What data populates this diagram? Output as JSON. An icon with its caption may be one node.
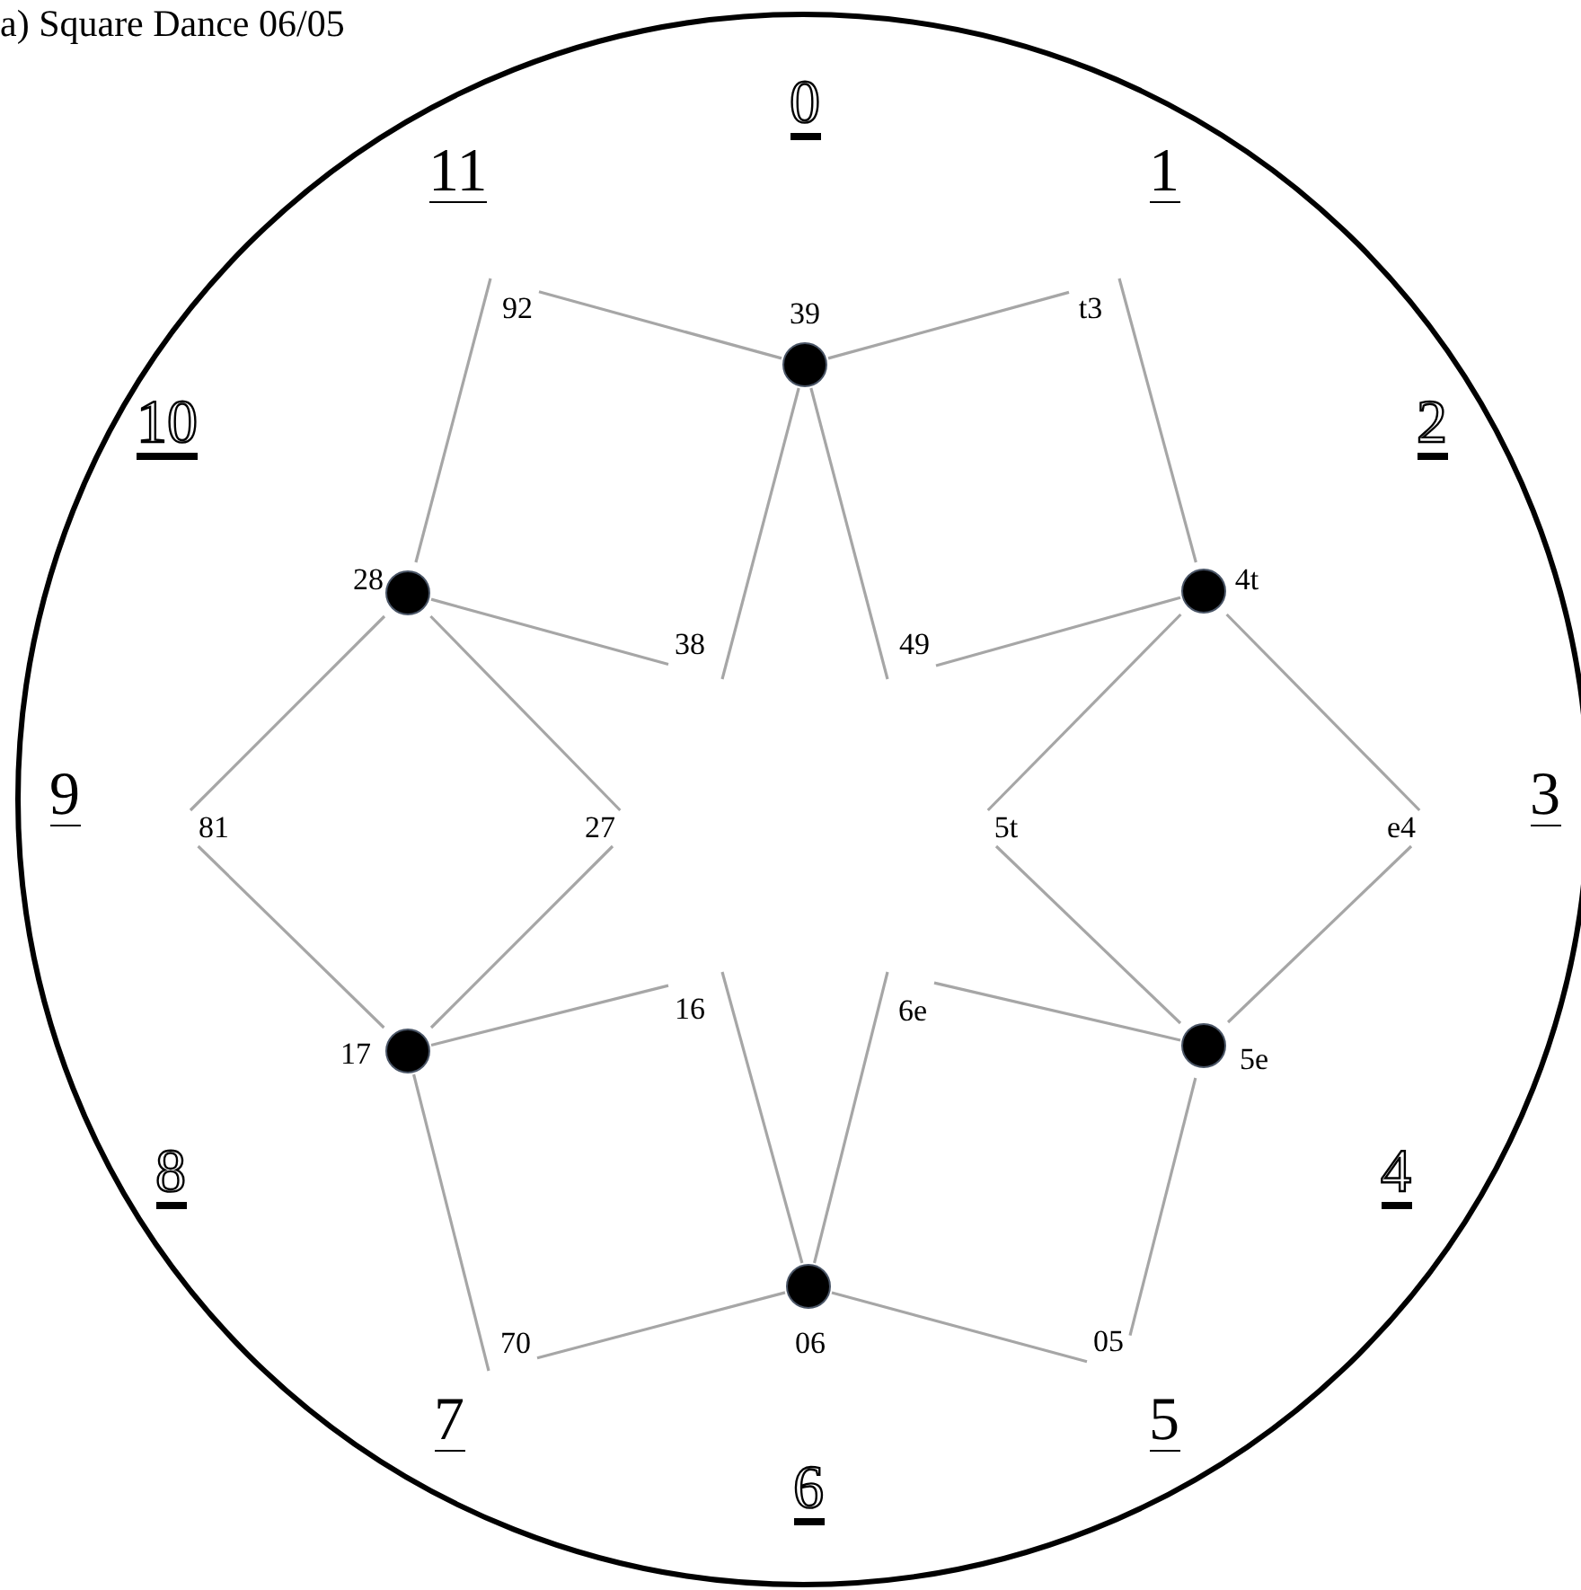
{
  "diagram": {
    "title": "a) Square Dance 06/05",
    "nodes": [
      {
        "text": [
          "92"
        ]
      },
      {
        "text": [
          "t3"
        ]
      },
      {
        "text": [
          "39"
        ]
      },
      {
        "text": [
          "28"
        ]
      },
      {
        "text": [
          "4t"
        ]
      },
      {
        "text": [
          "38"
        ]
      },
      {
        "text": [
          "49"
        ]
      },
      {
        "text": [
          "81"
        ]
      },
      {
        "text": [
          "27"
        ]
      },
      {
        "text": [
          "5t"
        ]
      },
      {
        "text": [
          "e4"
        ]
      },
      {
        "text": [
          "16"
        ]
      },
      {
        "text": [
          "6e"
        ]
      },
      {
        "text": [
          "17"
        ]
      },
      {
        "text": [
          "5e"
        ]
      },
      {
        "text": [
          "06"
        ]
      },
      {
        "text": [
          "70"
        ]
      },
      {
        "text": [
          "05"
        ]
      }
    ],
    "edges": [
      {
        "from": 2,
        "to": 0,
        "arrow": "none"
      },
      {
        "from": 0,
        "to": 3,
        "arrow": "none"
      },
      {
        "from": 3,
        "to": 5,
        "arrow": "none"
      },
      {
        "from": 5,
        "to": 2,
        "arrow": "none"
      },
      {
        "from": 2,
        "to": 1,
        "arrow": "none"
      },
      {
        "from": 1,
        "to": 4,
        "arrow": "none"
      },
      {
        "from": 4,
        "to": 6,
        "arrow": "none"
      },
      {
        "from": 6,
        "to": 2,
        "arrow": "none"
      },
      {
        "from": 3,
        "to": 7,
        "arrow": "none"
      },
      {
        "from": 7,
        "to": 13,
        "arrow": "none"
      },
      {
        "from": 13,
        "to": 8,
        "arrow": "none"
      },
      {
        "from": 8,
        "to": 3,
        "arrow": "none"
      },
      {
        "from": 4,
        "to": 10,
        "arrow": "none"
      },
      {
        "from": 10,
        "to": 14,
        "arrow": "none"
      },
      {
        "from": 14,
        "to": 9,
        "arrow": "none"
      },
      {
        "from": 9,
        "to": 4,
        "arrow": "none"
      },
      {
        "from": 13,
        "to": 11,
        "arrow": "none"
      },
      {
        "from": 11,
        "to": 15,
        "arrow": "none"
      },
      {
        "from": 15,
        "to": 16,
        "arrow": "none"
      },
      {
        "from": 16,
        "to": 13,
        "arrow": "none"
      },
      {
        "from": 14,
        "to": 12,
        "arrow": "none"
      },
      {
        "from": 12,
        "to": 15,
        "arrow": "none"
      },
      {
        "from": 15,
        "to": 17,
        "arrow": "none"
      },
      {
        "from": 17,
        "to": 14,
        "arrow": "none"
      }
    ],
    "labels": [
      "0",
      "11",
      "1",
      "10",
      "2",
      "9",
      "3",
      "8",
      "4",
      "7",
      "5",
      "6"
    ]
  }
}
